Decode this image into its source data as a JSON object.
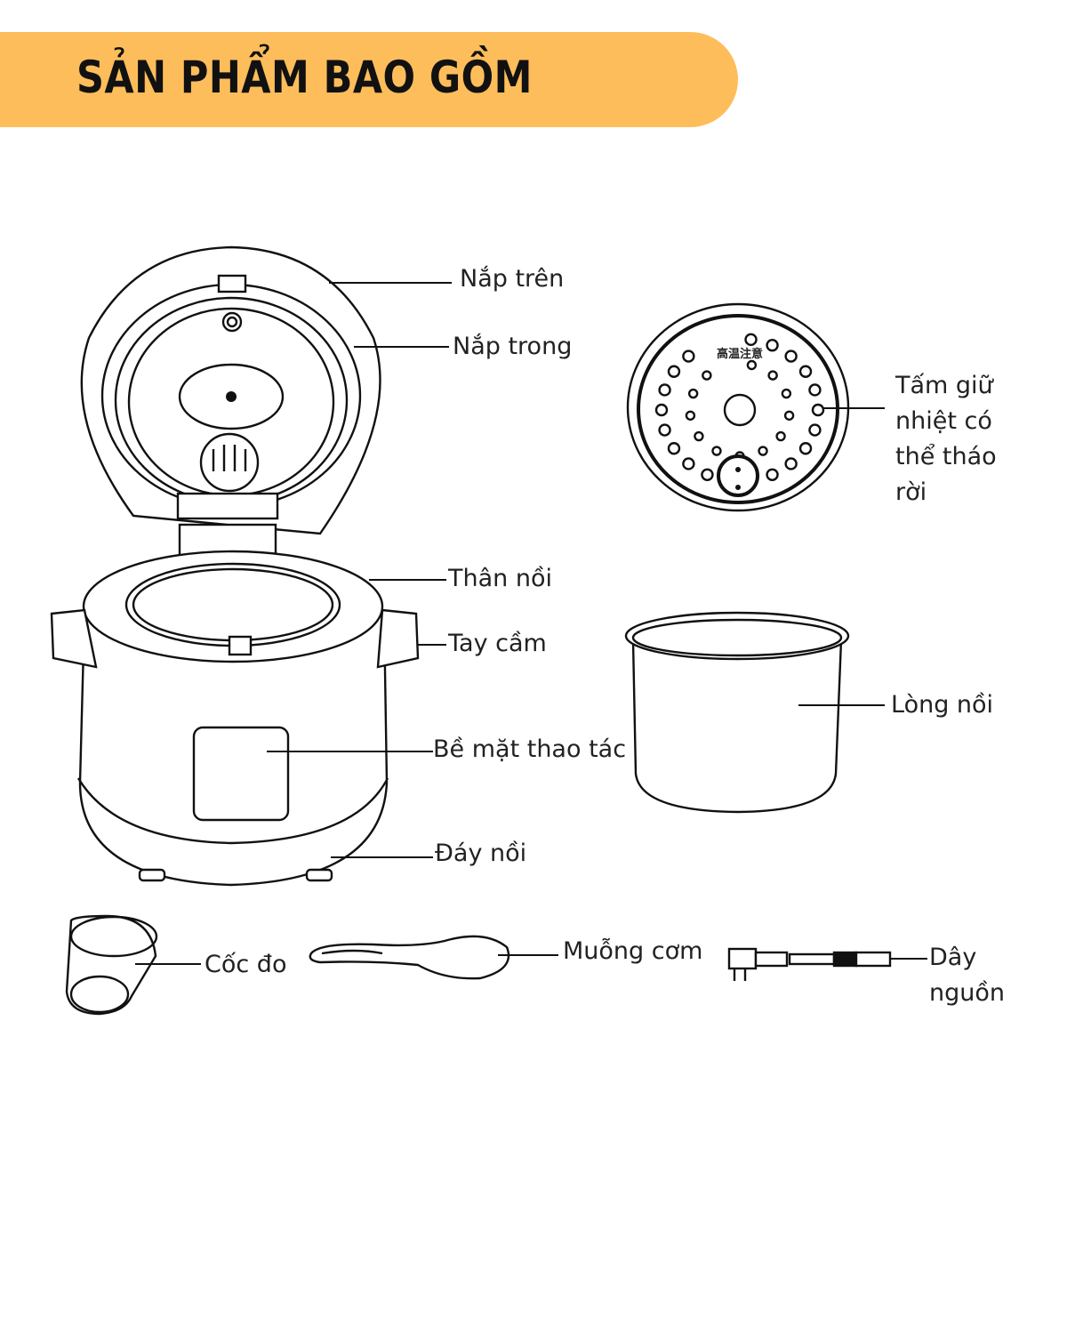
{
  "header": {
    "title": "SẢN PHẨM BAO GỒM",
    "color": "#FEBD5B"
  },
  "plate_marking": "高温注意",
  "labels": {
    "top_lid": "Nắp trên",
    "inner_lid": "Nắp trong",
    "steam_plate": [
      "Tấm giữ",
      "nhiệt có",
      "thể tháo",
      "rời"
    ],
    "body": "Thân nồi",
    "handle": "Tay cầm",
    "inner_pot": "Lòng nồi",
    "control_panel": "Bề mặt thao tác",
    "base": "Đáy nồi",
    "measuring_cup": "Cốc đo",
    "rice_spoon": "Muỗng cơm",
    "power_cord": [
      "Dây",
      "nguồn"
    ]
  }
}
